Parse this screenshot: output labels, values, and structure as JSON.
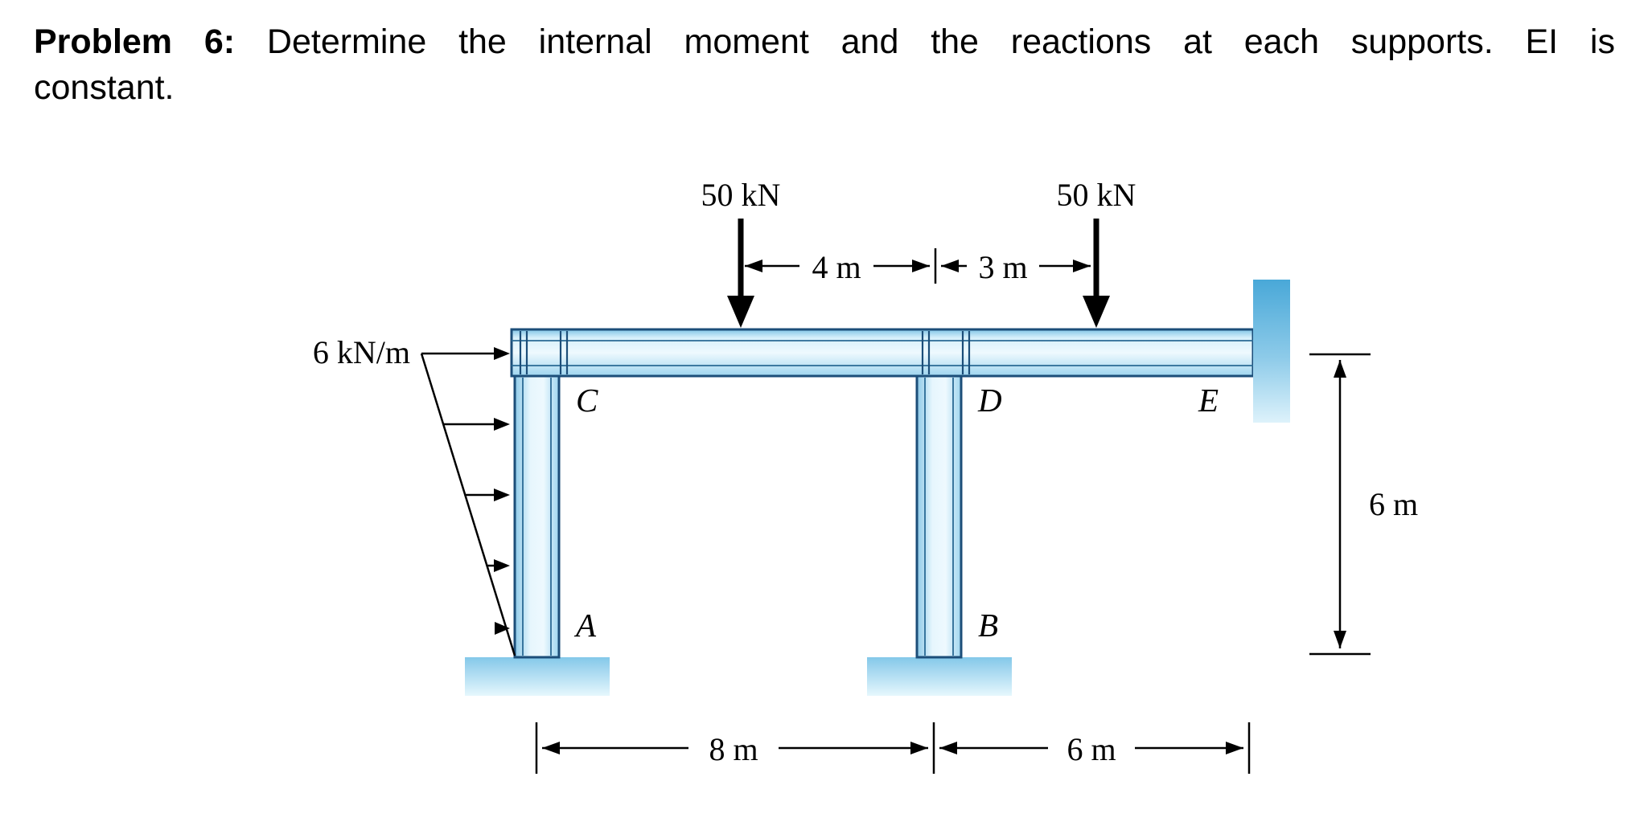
{
  "problem": {
    "label": "Problem 6:",
    "line1_rest": "Determine the internal moment and the reactions at each supports. EI is",
    "line2": "constant."
  },
  "figure": {
    "loads": {
      "left_point_load": "50 kN",
      "right_point_load": "50 kN",
      "distributed_load": "6 kN/m"
    },
    "dimensions": {
      "top_left": "4 m",
      "top_right": "3 m",
      "bottom_left": "8 m",
      "bottom_right": "6 m",
      "right_height": "6 m"
    },
    "joints": {
      "c": "C",
      "d": "D",
      "e": "E",
      "a": "A",
      "b": "B"
    },
    "colors": {
      "member_outline": "#1c4e79",
      "member_fill_light": "#eef9fe",
      "member_fill_dark": "#7fc4e6",
      "wall_fill": "#49a8d8",
      "support_pad_fill": "#84c8e9",
      "annotation": "#000000"
    }
  }
}
